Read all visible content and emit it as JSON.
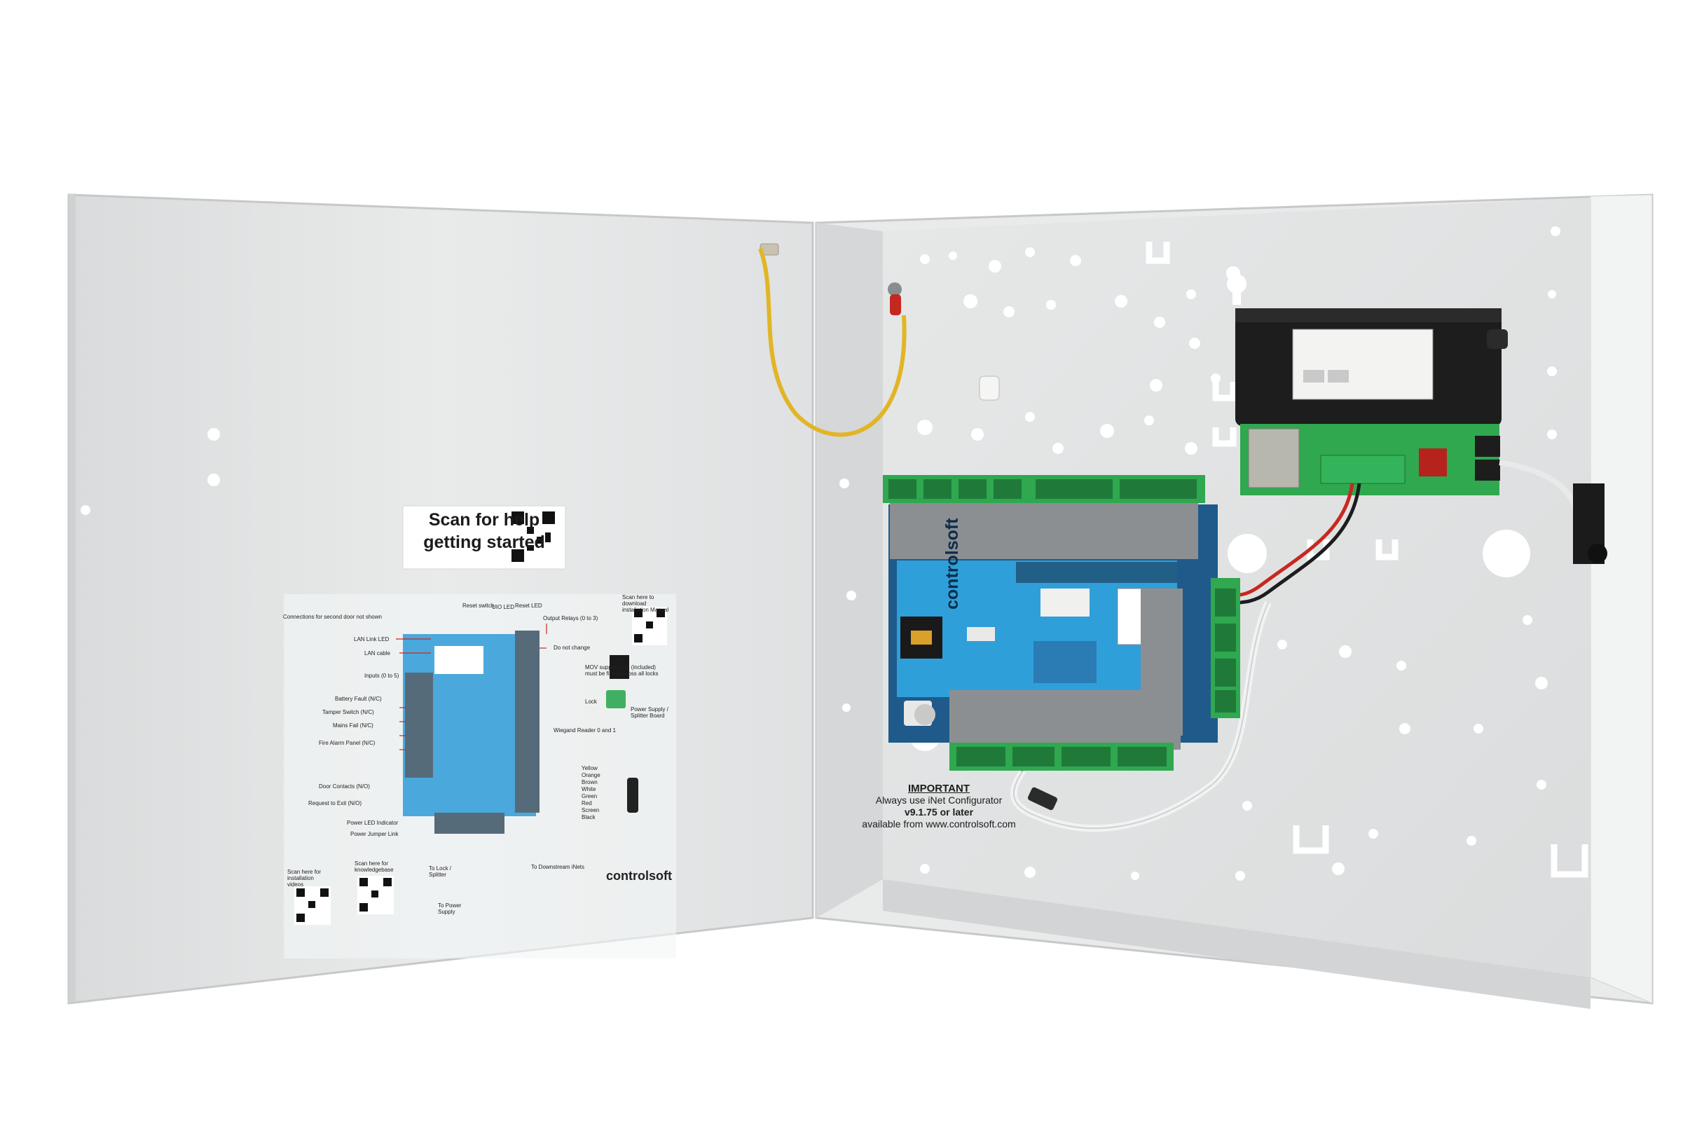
{
  "door_label": {
    "line1": "Scan for help",
    "line2": "getting started"
  },
  "diagram": {
    "brand": "controlsoft",
    "labels": [
      "Connections for second door not shown",
      "Reset switch",
      "UIO LED",
      "Reset LED",
      "Output Relays (0 to 3)",
      "LAN Link LED",
      "LAN cable",
      "Do not change",
      "Inputs (0 to 5)",
      "MOV suppression (included) must be fitted across all locks",
      "Battery Fault (N/C)",
      "Lock",
      "Tamper Switch (N/C)",
      "Power Supply / Splitter Board",
      "Mains Fail (N/C)",
      "Wiegand Reader 0 and 1",
      "Fire Alarm Panel (N/C)",
      "Door Contacts (N/O)",
      "Request to Exit (N/O)",
      "Power LED Indicator",
      "Power Jumper Link",
      "To Lock / Splitter",
      "To Power Supply",
      "To Downstream iNets",
      "Scan here for installation videos",
      "Scan here for knowledgebase",
      "Scan here to download installation Manual"
    ],
    "wire_colors": [
      "Yellow",
      "Orange",
      "Brown",
      "White",
      "Green",
      "Red",
      "Screen",
      "Black"
    ]
  },
  "important": {
    "title": "IMPORTANT",
    "line1": "Always use iNet Configurator",
    "line2": "v9.1.75 or later",
    "line3": "available from www.controlsoft.com"
  },
  "pcb": {
    "brand": "controlsoft"
  },
  "colors": {
    "enclosure": "#e4e6e6",
    "pcb_blue": "#2f9fd9",
    "terminal_green": "#2fa84f",
    "psu_black": "#1a1a1a",
    "wire_yellow": "#e2b526",
    "wire_red": "#c8281f"
  }
}
